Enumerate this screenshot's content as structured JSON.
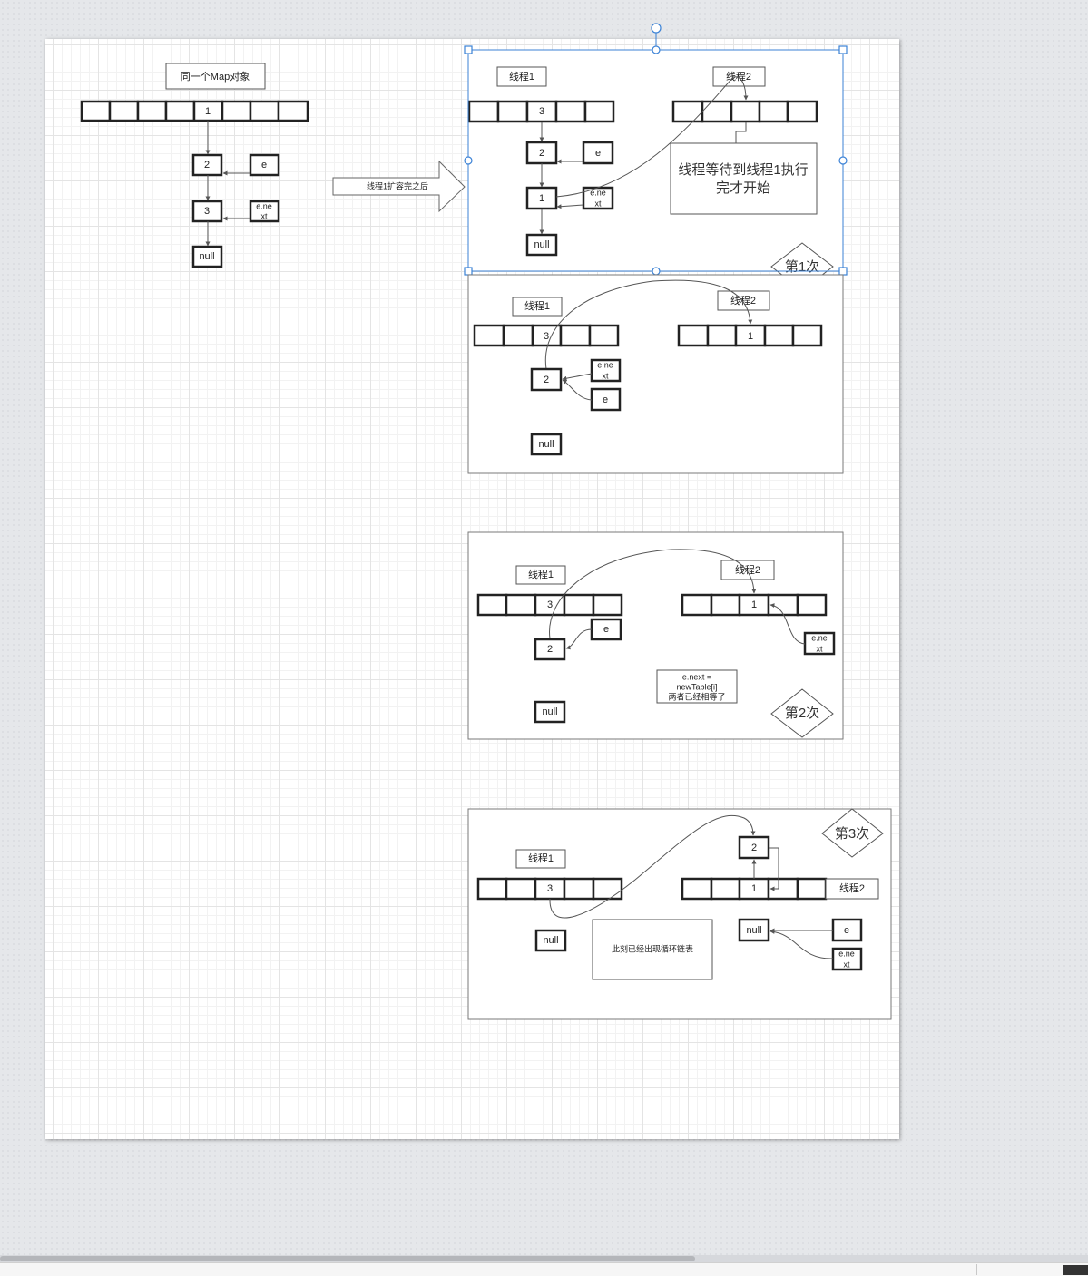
{
  "diagram": {
    "initial": {
      "title": "同一个Map对象",
      "bucket_value": "1",
      "chain": [
        "2",
        "3",
        "null"
      ],
      "e_label": "e",
      "enext_label_line1": "e.ne",
      "enext_label_line2": "xt"
    },
    "transition_label": "线程1扩容完之后",
    "step1": {
      "badge": "第1次",
      "thread1_label": "线程1",
      "thread2_label": "线程2",
      "bucket_value": "3",
      "chain": [
        "2",
        "1",
        "null"
      ],
      "e_label": "e",
      "enext_label_line1": "e.ne",
      "enext_label_line2": "xt",
      "note_line1": "线程等待到线程1执行",
      "note_line2": "完才开始"
    },
    "step1b": {
      "thread1_label": "线程1",
      "thread2_label": "线程2",
      "bucket1_value": "3",
      "bucket2_value": "1",
      "node_value": "2",
      "enext_label_line1": "e.ne",
      "enext_label_line2": "xt",
      "e_label": "e",
      "null_label": "null"
    },
    "step2": {
      "badge": "第2次",
      "thread1_label": "线程1",
      "thread2_label": "线程2",
      "bucket1_value": "3",
      "bucket2_value": "1",
      "node_value": "2",
      "e_label": "e",
      "enext_label_line1": "e.ne",
      "enext_label_line2": "xt",
      "null_label": "null",
      "note_line1": "e.next =",
      "note_line2": "newTable[i]",
      "note_line3": "两者已经相等了"
    },
    "step3": {
      "badge": "第3次",
      "thread1_label": "线程1",
      "thread2_label": "线程2",
      "bucket1_value": "3",
      "bucket2_value": "1",
      "top_node_value": "2",
      "null_label": "null",
      "null2_label": "null",
      "e_label": "e",
      "enext_label_line1": "e.ne",
      "enext_label_line2": "xt",
      "note": "此刻已经出现循环链表"
    }
  },
  "colors": {
    "canvas": "#e5e7ea",
    "page": "#ffffff",
    "selection": "#3b82d6",
    "stroke": "#222222"
  }
}
